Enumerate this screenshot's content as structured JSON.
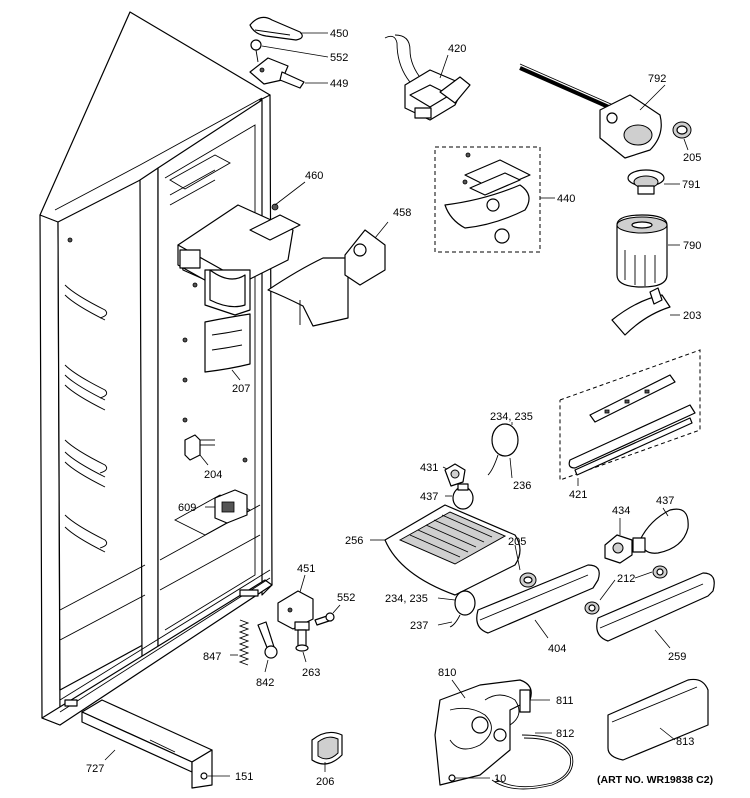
{
  "art_number": "(ART NO. WR19838 C2)",
  "labels": {
    "p450": "450",
    "p552a": "552",
    "p449": "449",
    "p420": "420",
    "p792": "792",
    "p205a": "205",
    "p791": "791",
    "p440": "440",
    "p460": "460",
    "p458": "458",
    "p790": "790",
    "p203": "203",
    "p207": "207",
    "p234a": "234, 235",
    "p236": "236",
    "p431": "431",
    "p437a": "437",
    "p204": "204",
    "p609": "609",
    "p421": "421",
    "p434": "434",
    "p437b": "437",
    "p256": "256",
    "p205b": "205",
    "p212": "212",
    "p451": "451",
    "p552b": "552",
    "p234b": "234, 235",
    "p237": "237",
    "p404": "404",
    "p259": "259",
    "p847": "847",
    "p842": "842",
    "p263": "263",
    "p810": "810",
    "p811": "811",
    "p812": "812",
    "p727": "727",
    "p151": "151",
    "p206": "206",
    "p10": "10",
    "p813": "813"
  }
}
